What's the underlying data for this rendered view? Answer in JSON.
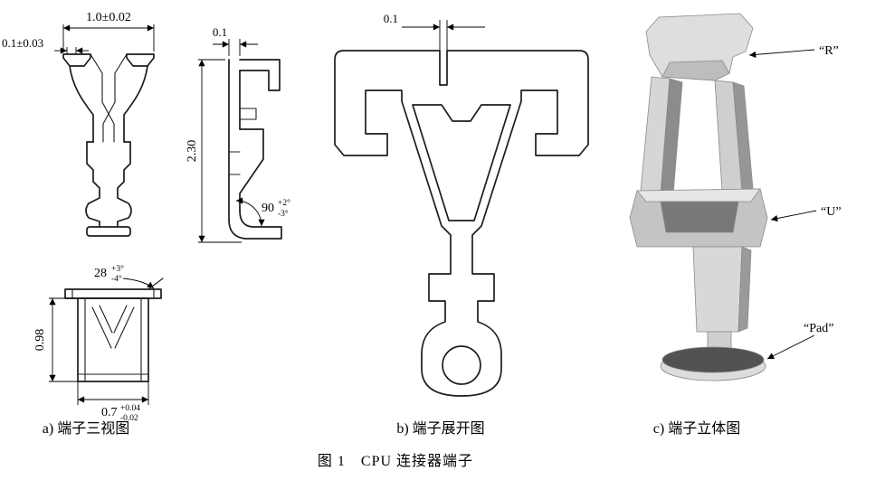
{
  "figure_caption": "图 1　CPU 连接器端子",
  "view_labels": {
    "a": "a) 端子三视图",
    "b": "b) 端子展开图",
    "c": "c) 端子立体图"
  },
  "front_view": {
    "width_dim": "1.0±0.02",
    "tab_dim": "0.1±0.03"
  },
  "side_view": {
    "thickness_dim": "0.1",
    "height_dim": "2.30",
    "bend_angle": {
      "base": "90",
      "sup": "+2°",
      "sub": "-3°"
    }
  },
  "bottom_view": {
    "angle_dim": {
      "base": "28",
      "sup": "+3°",
      "sub": "-4°"
    },
    "height_dim": "0.98",
    "width_dim": {
      "base": "0.7",
      "sup": "+0.04",
      "sub": "-0.02"
    }
  },
  "flat_view": {
    "slit_dim": "0.1"
  },
  "iso_view": {
    "label_r": "“R”",
    "label_u": "“U”",
    "label_pad": "“Pad”"
  }
}
